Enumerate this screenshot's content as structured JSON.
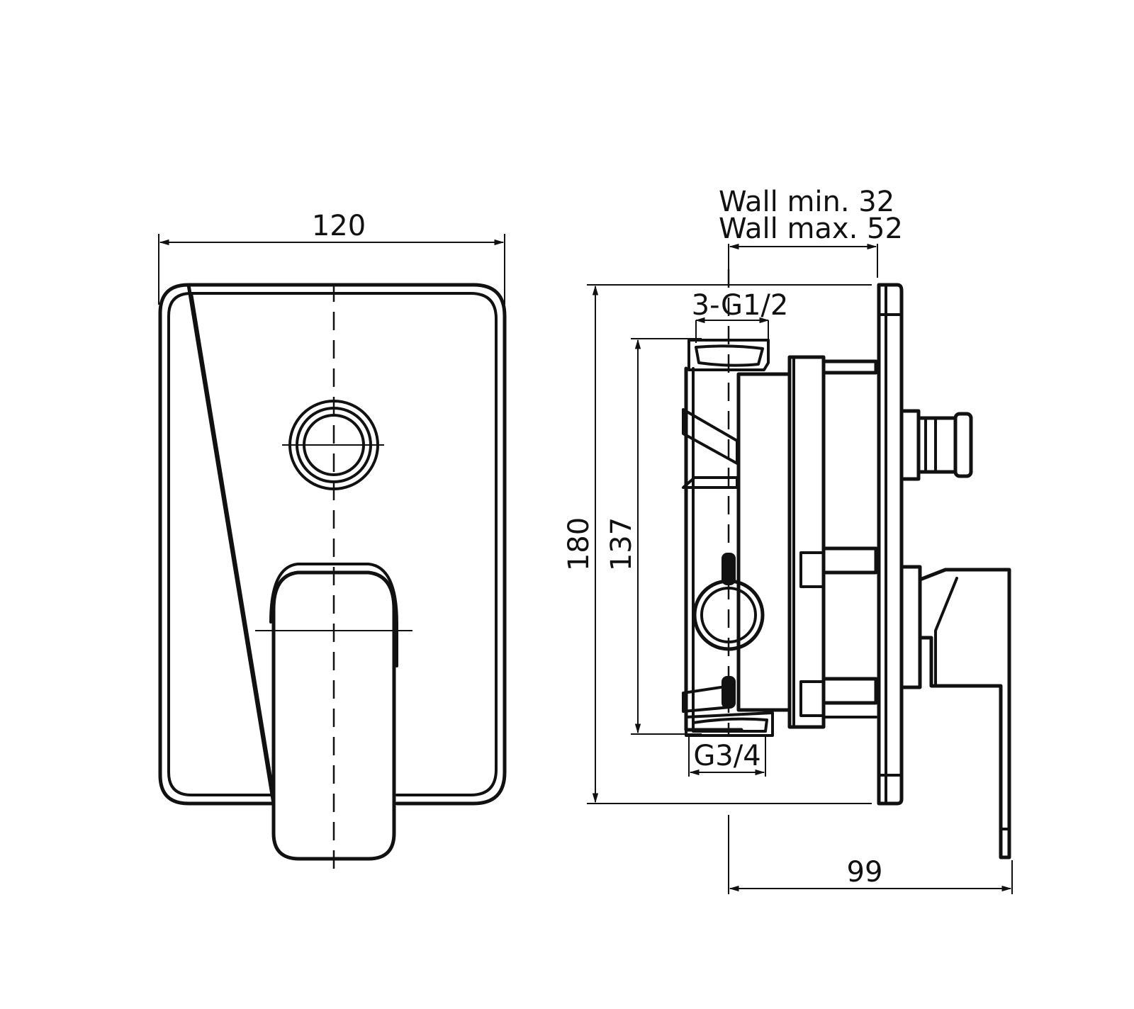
{
  "front_view": {
    "width_dim": "120"
  },
  "side_view": {
    "wall_min": "Wall min. 32",
    "wall_max": "Wall max. 52",
    "outlet_thread": "3-G1/2",
    "height_dim": "180",
    "body_height_dim": "137",
    "inlet_thread": "G3/4",
    "depth_dim": "99"
  }
}
